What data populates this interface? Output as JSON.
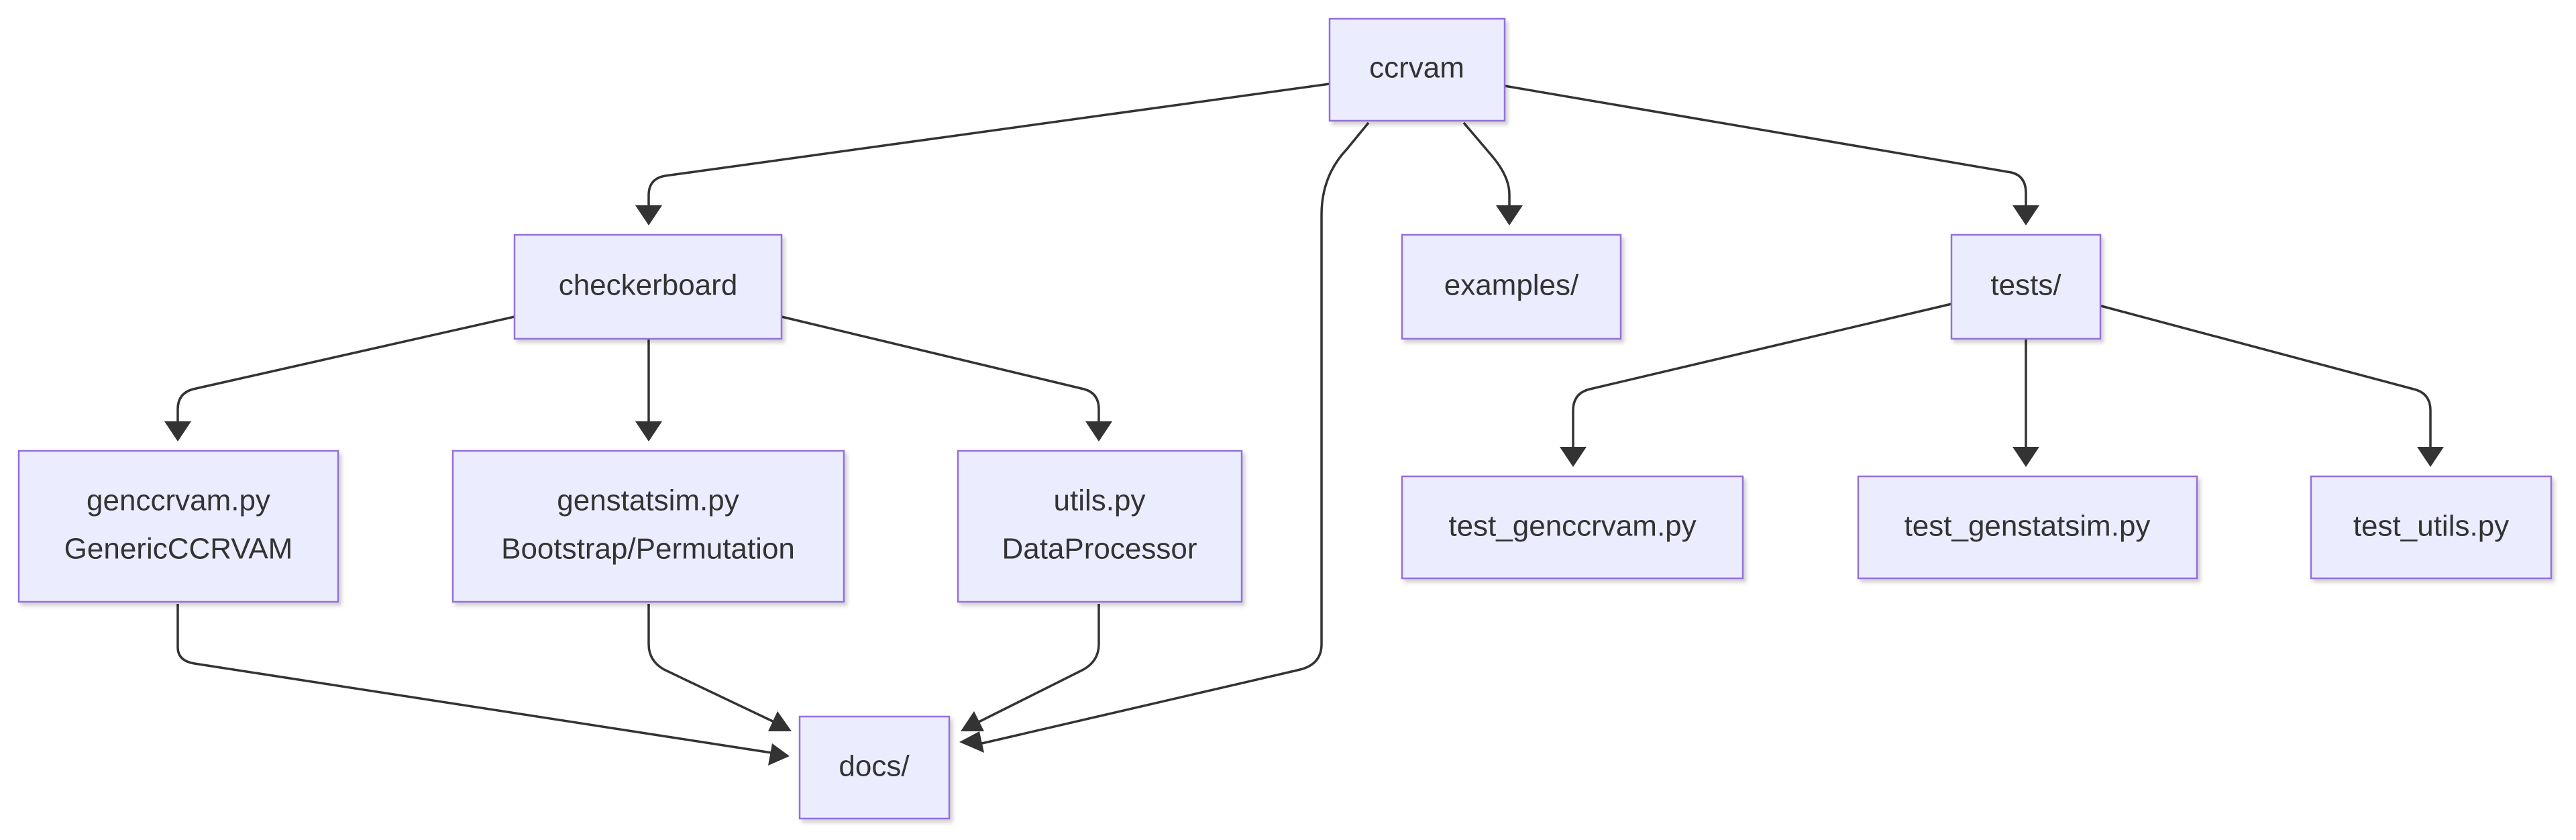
{
  "diagram": {
    "nodes": {
      "ccrvam": {
        "label": "ccrvam"
      },
      "checkerboard": {
        "label": "checkerboard"
      },
      "examples": {
        "label": "examples/"
      },
      "tests": {
        "label": "tests/"
      },
      "genccrvam": {
        "line1": "genccrvam.py",
        "line2": "GenericCCRVAM"
      },
      "genstatsim": {
        "line1": "genstatsim.py",
        "line2": "Bootstrap/Permutation"
      },
      "utils": {
        "line1": "utils.py",
        "line2": "DataProcessor"
      },
      "test_genccrvam": {
        "label": "test_genccrvam.py"
      },
      "test_genstatsim": {
        "label": "test_genstatsim.py"
      },
      "test_utils": {
        "label": "test_utils.py"
      },
      "docs": {
        "label": "docs/"
      }
    },
    "edges": [
      {
        "from": "ccrvam",
        "to": "checkerboard"
      },
      {
        "from": "ccrvam",
        "to": "docs"
      },
      {
        "from": "ccrvam",
        "to": "examples"
      },
      {
        "from": "ccrvam",
        "to": "tests"
      },
      {
        "from": "checkerboard",
        "to": "genccrvam"
      },
      {
        "from": "checkerboard",
        "to": "genstatsim"
      },
      {
        "from": "checkerboard",
        "to": "utils"
      },
      {
        "from": "tests",
        "to": "test_genccrvam"
      },
      {
        "from": "tests",
        "to": "test_genstatsim"
      },
      {
        "from": "tests",
        "to": "test_utils"
      },
      {
        "from": "genccrvam",
        "to": "docs"
      },
      {
        "from": "genstatsim",
        "to": "docs"
      },
      {
        "from": "utils",
        "to": "docs"
      }
    ],
    "colors": {
      "node_fill": "#ECECFF",
      "node_border": "#9370DB",
      "edge": "#333333",
      "text": "#333333"
    }
  }
}
